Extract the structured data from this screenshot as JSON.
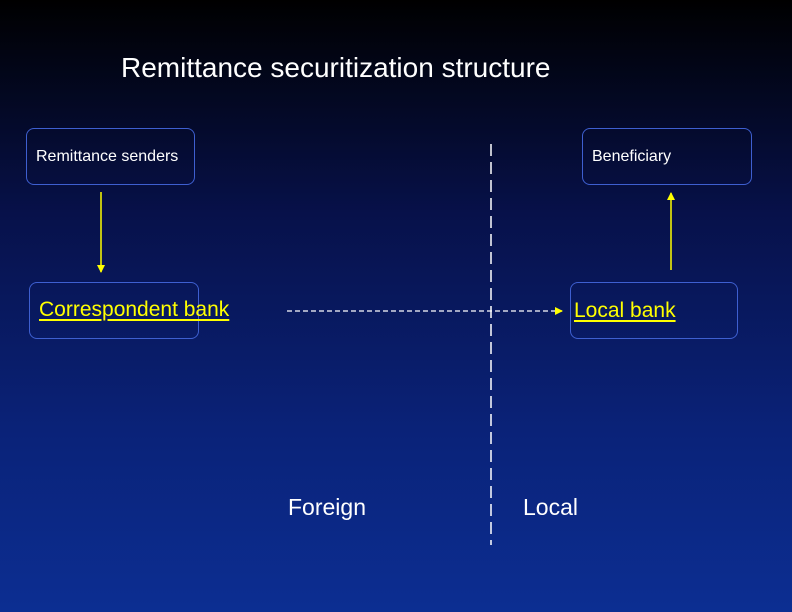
{
  "title": "Remittance securitization structure",
  "nodes": {
    "senders": "Remittance senders",
    "beneficiary": "Beneficiary",
    "correspondent_bank": "Correspondent bank",
    "local_bank": "Local bank"
  },
  "regions": {
    "foreign": "Foreign",
    "local": "Local"
  },
  "colors": {
    "background_top": "#000000",
    "background_bottom": "#0c2e92",
    "box_border": "#3e5fd0",
    "arrow": "#ffff00",
    "highlight_text": "#ffff00",
    "divider": "#ffffff"
  }
}
